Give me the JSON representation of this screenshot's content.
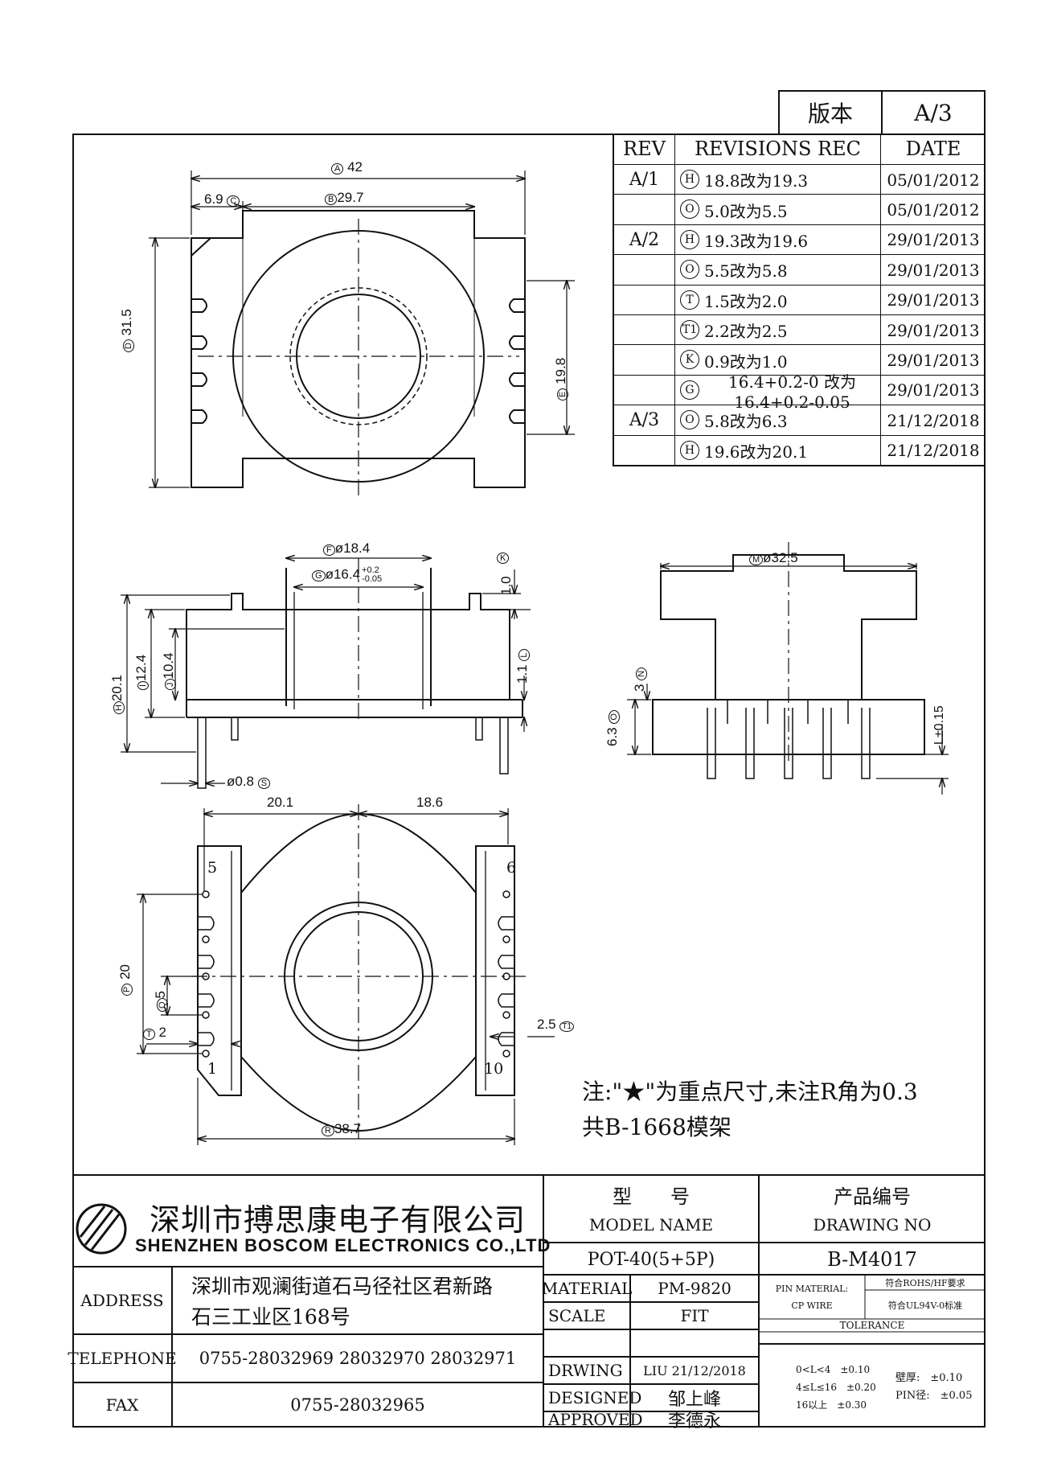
{
  "version_box": {
    "label": "版本",
    "value": "A/3"
  },
  "revisions": {
    "headers": [
      "REV",
      "REVISIONS REC",
      "DATE"
    ],
    "rows": [
      {
        "rev": "A/1",
        "mark": "H",
        "text": "18.8改为19.3",
        "date": "05/01/2012"
      },
      {
        "rev": "",
        "mark": "O",
        "text": "5.0改为5.5",
        "date": "05/01/2012"
      },
      {
        "rev": "A/2",
        "mark": "H",
        "text": "19.3改为19.6",
        "date": "29/01/2013"
      },
      {
        "rev": "",
        "mark": "O",
        "text": "5.5改为5.8",
        "date": "29/01/2013"
      },
      {
        "rev": "",
        "mark": "T",
        "text": "1.5改为2.0",
        "date": "29/01/2013"
      },
      {
        "rev": "",
        "mark": "T1",
        "text": "2.2改为2.5",
        "date": "29/01/2013"
      },
      {
        "rev": "",
        "mark": "K",
        "text": "0.9改为1.0",
        "date": "29/01/2013"
      },
      {
        "rev": "",
        "mark": "G",
        "text": "16.4+0.2-0 改为16.4+0.2-0.05",
        "date": "29/01/2013"
      },
      {
        "rev": "A/3",
        "mark": "O",
        "text": "5.8改为6.3",
        "date": "21/12/2018"
      },
      {
        "rev": "",
        "mark": "H",
        "text": "19.6改为20.1",
        "date": "21/12/2018"
      }
    ]
  },
  "dims": {
    "a": "42",
    "a_mark": "A",
    "b": "29.7",
    "b_mark": "B",
    "c": "6.9",
    "c_mark": "C",
    "d": "31.5",
    "d_mark": "D",
    "e": "19.8",
    "e_mark": "E",
    "f": "ø18.4",
    "f_mark": "F",
    "g": "ø16.4",
    "g_tol_up": "+0.2",
    "g_tol_dn": "-0.05",
    "g_mark": "G",
    "k": "1.0",
    "k_mark": "K",
    "h": "20.1",
    "h_mark": "H",
    "i": "12.4",
    "i_mark": "I",
    "j": "10.4",
    "j_mark": "J",
    "l": "1.1",
    "l_mark": "L",
    "s": "ø0.8",
    "s_mark": "S",
    "m": "ø32.5",
    "m_mark": "M",
    "n": "3",
    "n_mark": "N",
    "o": "6.3",
    "o_mark": "O",
    "lpin": "L±0.15",
    "top_left": "20.1",
    "top_right": "18.6",
    "p": "20",
    "p_mark": "P",
    "q": "5",
    "q_mark": "Q",
    "t": "2",
    "t_mark": "T",
    "t1": "2.5",
    "t1_mark": "T1",
    "r": "38.7",
    "r_mark": "R",
    "pin5": "5",
    "pin6": "6",
    "pin1": "1",
    "pin10": "10"
  },
  "notes": {
    "line1": "注:\"★\"为重点尺寸,未注R角为0.3",
    "line2": "共B-1668模架"
  },
  "title_block": {
    "company_cn": "深圳市搏思康电子有限公司",
    "company_en": "SHENZHEN BOSCOM ELECTRONICS CO.,LTD",
    "model_label_cn": "型　　号",
    "model_label_en": "MODEL NAME",
    "model_value": "POT-40(5+5P)",
    "drawing_label_cn": "产品编号",
    "drawing_label_en": "DRAWING NO",
    "drawing_value": "B-M4017",
    "address_label": "ADDRESS",
    "address_line1": "深圳市观澜街道石马径社区君新路",
    "address_line2": "石三工业区168号",
    "telephone_label": "TELEPHONE",
    "telephone_value": "0755-28032969 28032970 28032971",
    "fax_label": "FAX",
    "fax_value": "0755-28032965",
    "material_label": "MATERIAL",
    "material_value": "PM-9820",
    "scale_label": "SCALE",
    "scale_value": "FIT",
    "drawing_by_label": "DRWING",
    "drawing_by_value": "LIU 21/12/2018",
    "designed_label": "DESIGNED",
    "designed_value": "邹上峰",
    "approved_label": "APPROVED",
    "approved_value": "李德永",
    "pin_material_label": "PIN MATERIAL:",
    "pin_material_value": "符合ROHS/HF要求",
    "cp_wire_label": "CP WIRE",
    "cp_wire_value": "符合UL94V-0标准",
    "tolerance_label": "TOLERANCE",
    "tol_1": "0<L<4　±0.10",
    "tol_2": "4≤L≤16　±0.20",
    "tol_3": "16以上　±0.30",
    "wall_label": "壁厚:　±0.10",
    "pin_dia_label": "PIN径:　±0.05"
  }
}
